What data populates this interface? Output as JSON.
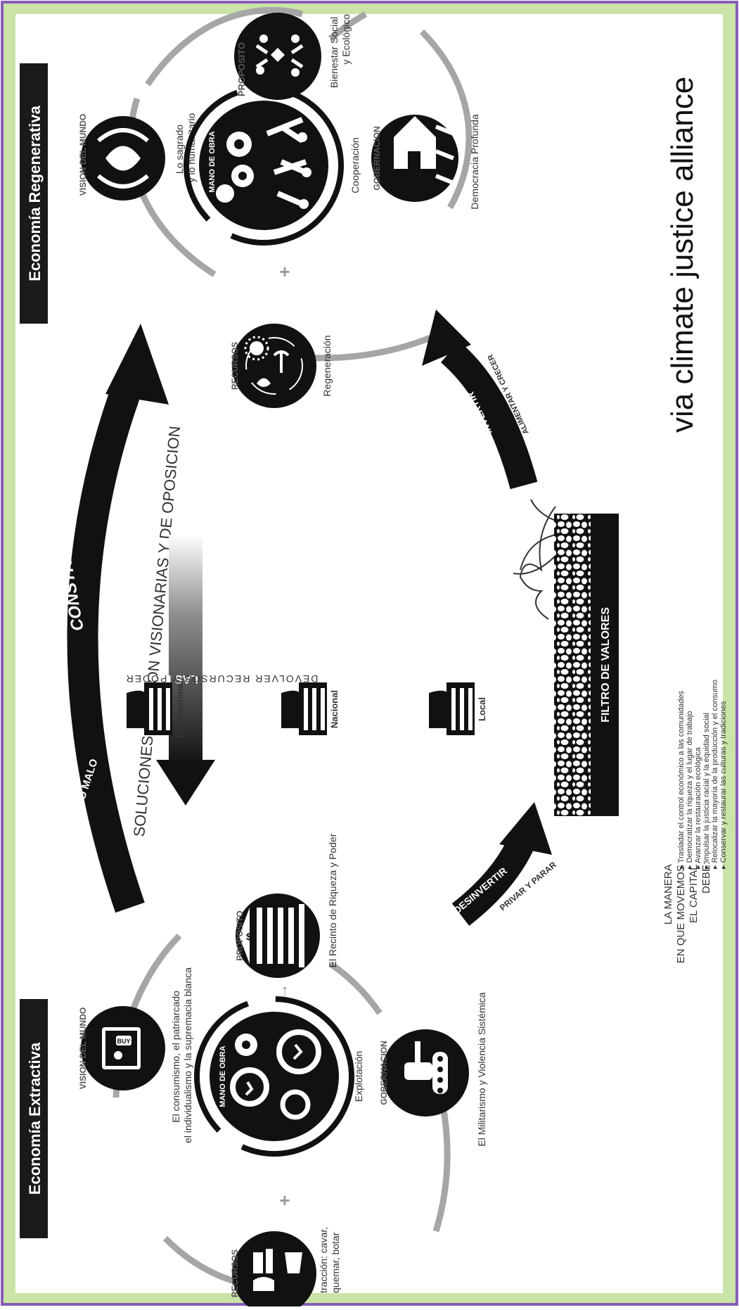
{
  "title_left": "Economía Extractiva",
  "title_right": "Economía Regenerativa",
  "source_credit": "via climate justice alliance",
  "colors": {
    "frame": "#8a5db8",
    "border_green": "#c9e4a6",
    "ink": "#1a1a1a",
    "gray": "#a6a6a6"
  },
  "extractive": {
    "vision": {
      "tag": "VISION DEL MUNDO",
      "text": "El consumismo, el patriarcado\nel individualismo y la supremacia blanca",
      "icon": "buy-monitor-icon",
      "icon_text": "BUY"
    },
    "work": {
      "tag": "MANO DE OBRA",
      "text": "Explotación",
      "icon": "gears-runner-icon"
    },
    "purpose": {
      "tag": "PROPOSITO",
      "text": "El Recinto de Riqueza y Poder",
      "icon": "bank-dollar-icon"
    },
    "resources": {
      "tag": "RECURSOS",
      "text": "Extracción: cavar,\nquemar, botar",
      "icon": "factory-trash-icon"
    },
    "governance": {
      "tag": "GOBERNACION",
      "text": "El Militarismo y Violencia Sistémica",
      "icon": "tank-icon"
    },
    "plus": "+",
    "arrow": "↑"
  },
  "regenerative": {
    "vision": {
      "tag": "VISION DEL MUNDO",
      "text": "Lo sagrado\ny lo humanitario",
      "icon": "hands-flame-icon"
    },
    "work": {
      "tag": "MANO DE OBRA",
      "text": "Cooperación",
      "icon": "gears-people-icon"
    },
    "purpose": {
      "tag": "PROPOSITO",
      "text": "Bienestar Social\ny Ecológico",
      "icon": "people-butterfly-icon"
    },
    "resources": {
      "tag": "RECURSOS",
      "text": "Regeneración",
      "icon": "sun-plant-icon"
    },
    "governance": {
      "tag": "GOBERNACION",
      "text": "Democracia Profunda",
      "icon": "house-people-icon"
    },
    "plus": "+",
    "arrow": "↑"
  },
  "transition": {
    "stop_bad": "PARAR LO MALO",
    "build_new": "CONSTRUIR LO NUEVO",
    "solutions": "SOLUCIONES QUE SON VISIONARIAS Y DE OPOSICION",
    "change_rules": "CAMBIAR LAS REGLAS",
    "return_resources": "DEVOLVER RECURSOS Y PODER",
    "levels": [
      "Internacional",
      "Nacional",
      "Local"
    ],
    "divest": "DESINVERTIR",
    "deprive": "PRIVAR Y PARAR",
    "invest": "INVERTIR",
    "feed_grow": "ALIMENTAR Y CRECER",
    "filter": "FILTRO DE VALORES"
  },
  "capital": {
    "heading_lines": [
      "LA MANERA",
      "EN QUE MOVEMOS",
      "EL CAPITAL",
      "DEBE:"
    ],
    "items": [
      "Trasladar el control económico a las comunidades",
      "Democratizar la riqueza y el lugar de trabajo",
      "Avanzar la restauración ecológica",
      "Impulsar la justicia racial y la equidad social",
      "Relocalizar la mayoría de la producción y el consumo",
      "Conservar y restaurar las culturas y tradiciones"
    ]
  }
}
